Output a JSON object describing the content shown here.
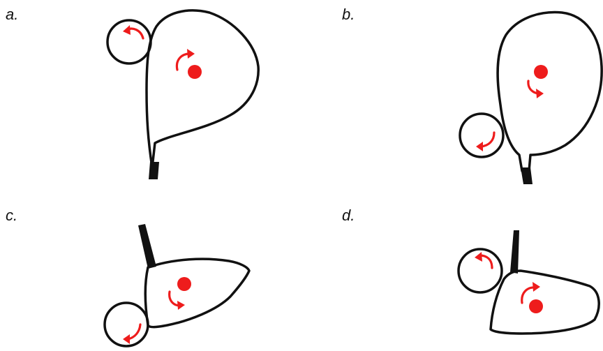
{
  "panels": [
    {
      "id": "a",
      "label": "a."
    },
    {
      "id": "b",
      "label": "b."
    },
    {
      "id": "c",
      "label": "c."
    },
    {
      "id": "d",
      "label": "d."
    }
  ],
  "colors": {
    "outline": "#111111",
    "rotation_marker": "#ee1c1c",
    "background": "#ffffff"
  }
}
